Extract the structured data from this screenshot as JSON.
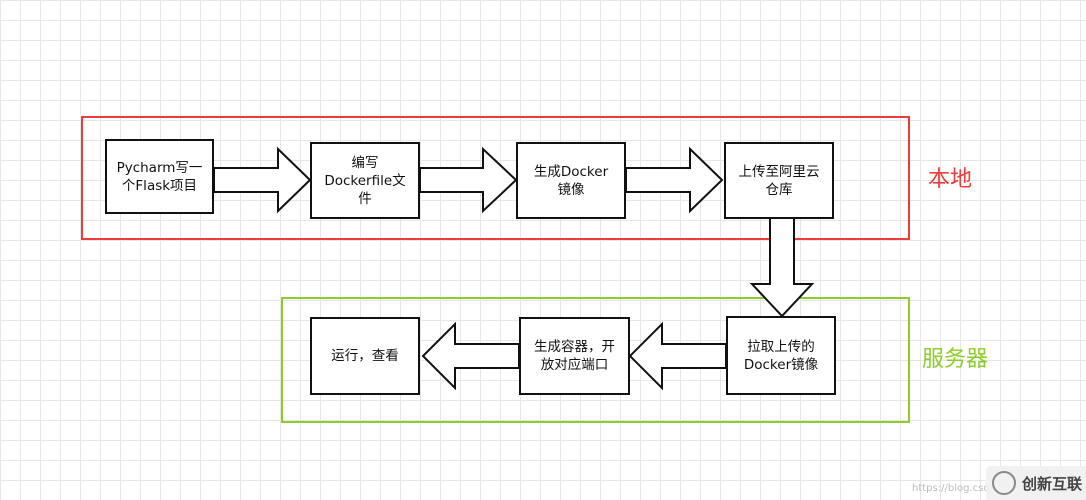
{
  "groups": {
    "local": {
      "label": "本地",
      "color": "#ee3b3b"
    },
    "server": {
      "label": "服务器",
      "color": "#8ccc2c"
    }
  },
  "nodes": {
    "pycharm": "Pycharm写一\n个Flask项目",
    "dockerfile": "编写\nDockerfile文\n件",
    "build": "生成Docker\n镜像",
    "upload": "上传至阿里云\n仓库",
    "pull": "拉取上传的\nDocker镜像",
    "container": "生成容器，开\n放对应端口",
    "run": "运行，查看"
  },
  "edges": [
    {
      "from": "pycharm",
      "to": "dockerfile"
    },
    {
      "from": "dockerfile",
      "to": "build"
    },
    {
      "from": "build",
      "to": "upload"
    },
    {
      "from": "upload",
      "to": "pull"
    },
    {
      "from": "pull",
      "to": "container"
    },
    {
      "from": "container",
      "to": "run"
    }
  ],
  "watermark": {
    "text": "创新互联",
    "url": "https://blog.csdn"
  }
}
